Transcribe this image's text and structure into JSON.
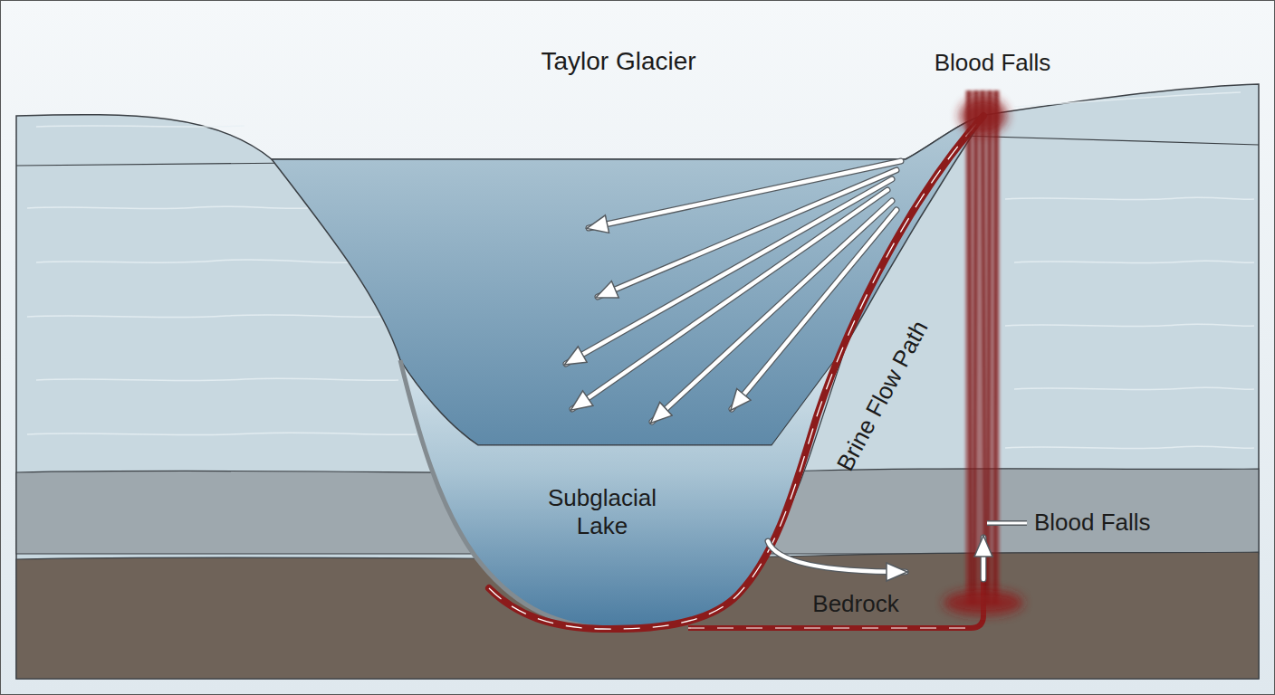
{
  "diagram": {
    "labels": [
      "Taylor Glacier",
      "Blood Falls",
      "Brine Flow Path",
      "Subglacial Lake",
      "Bedrock",
      "Blood Falls"
    ]
  }
}
